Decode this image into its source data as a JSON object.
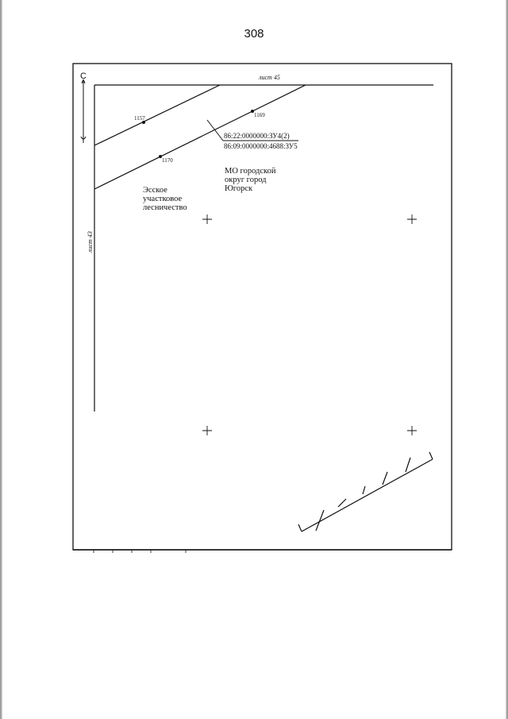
{
  "page": {
    "number": "308"
  },
  "map": {
    "north_label": "С",
    "sheet_top": "лист 45",
    "sheet_left": "лист 43",
    "points": [
      "1157",
      "1169",
      "1170"
    ],
    "parcel_upper": "86:22:0000000:ЗУ4(2)",
    "parcel_lower": "86:09:0000000:4688:ЗУ5",
    "area_left": [
      "Эсское",
      "участковое",
      "лесничество"
    ],
    "area_right": [
      "МО городской",
      "округ город",
      "Югорск"
    ]
  }
}
